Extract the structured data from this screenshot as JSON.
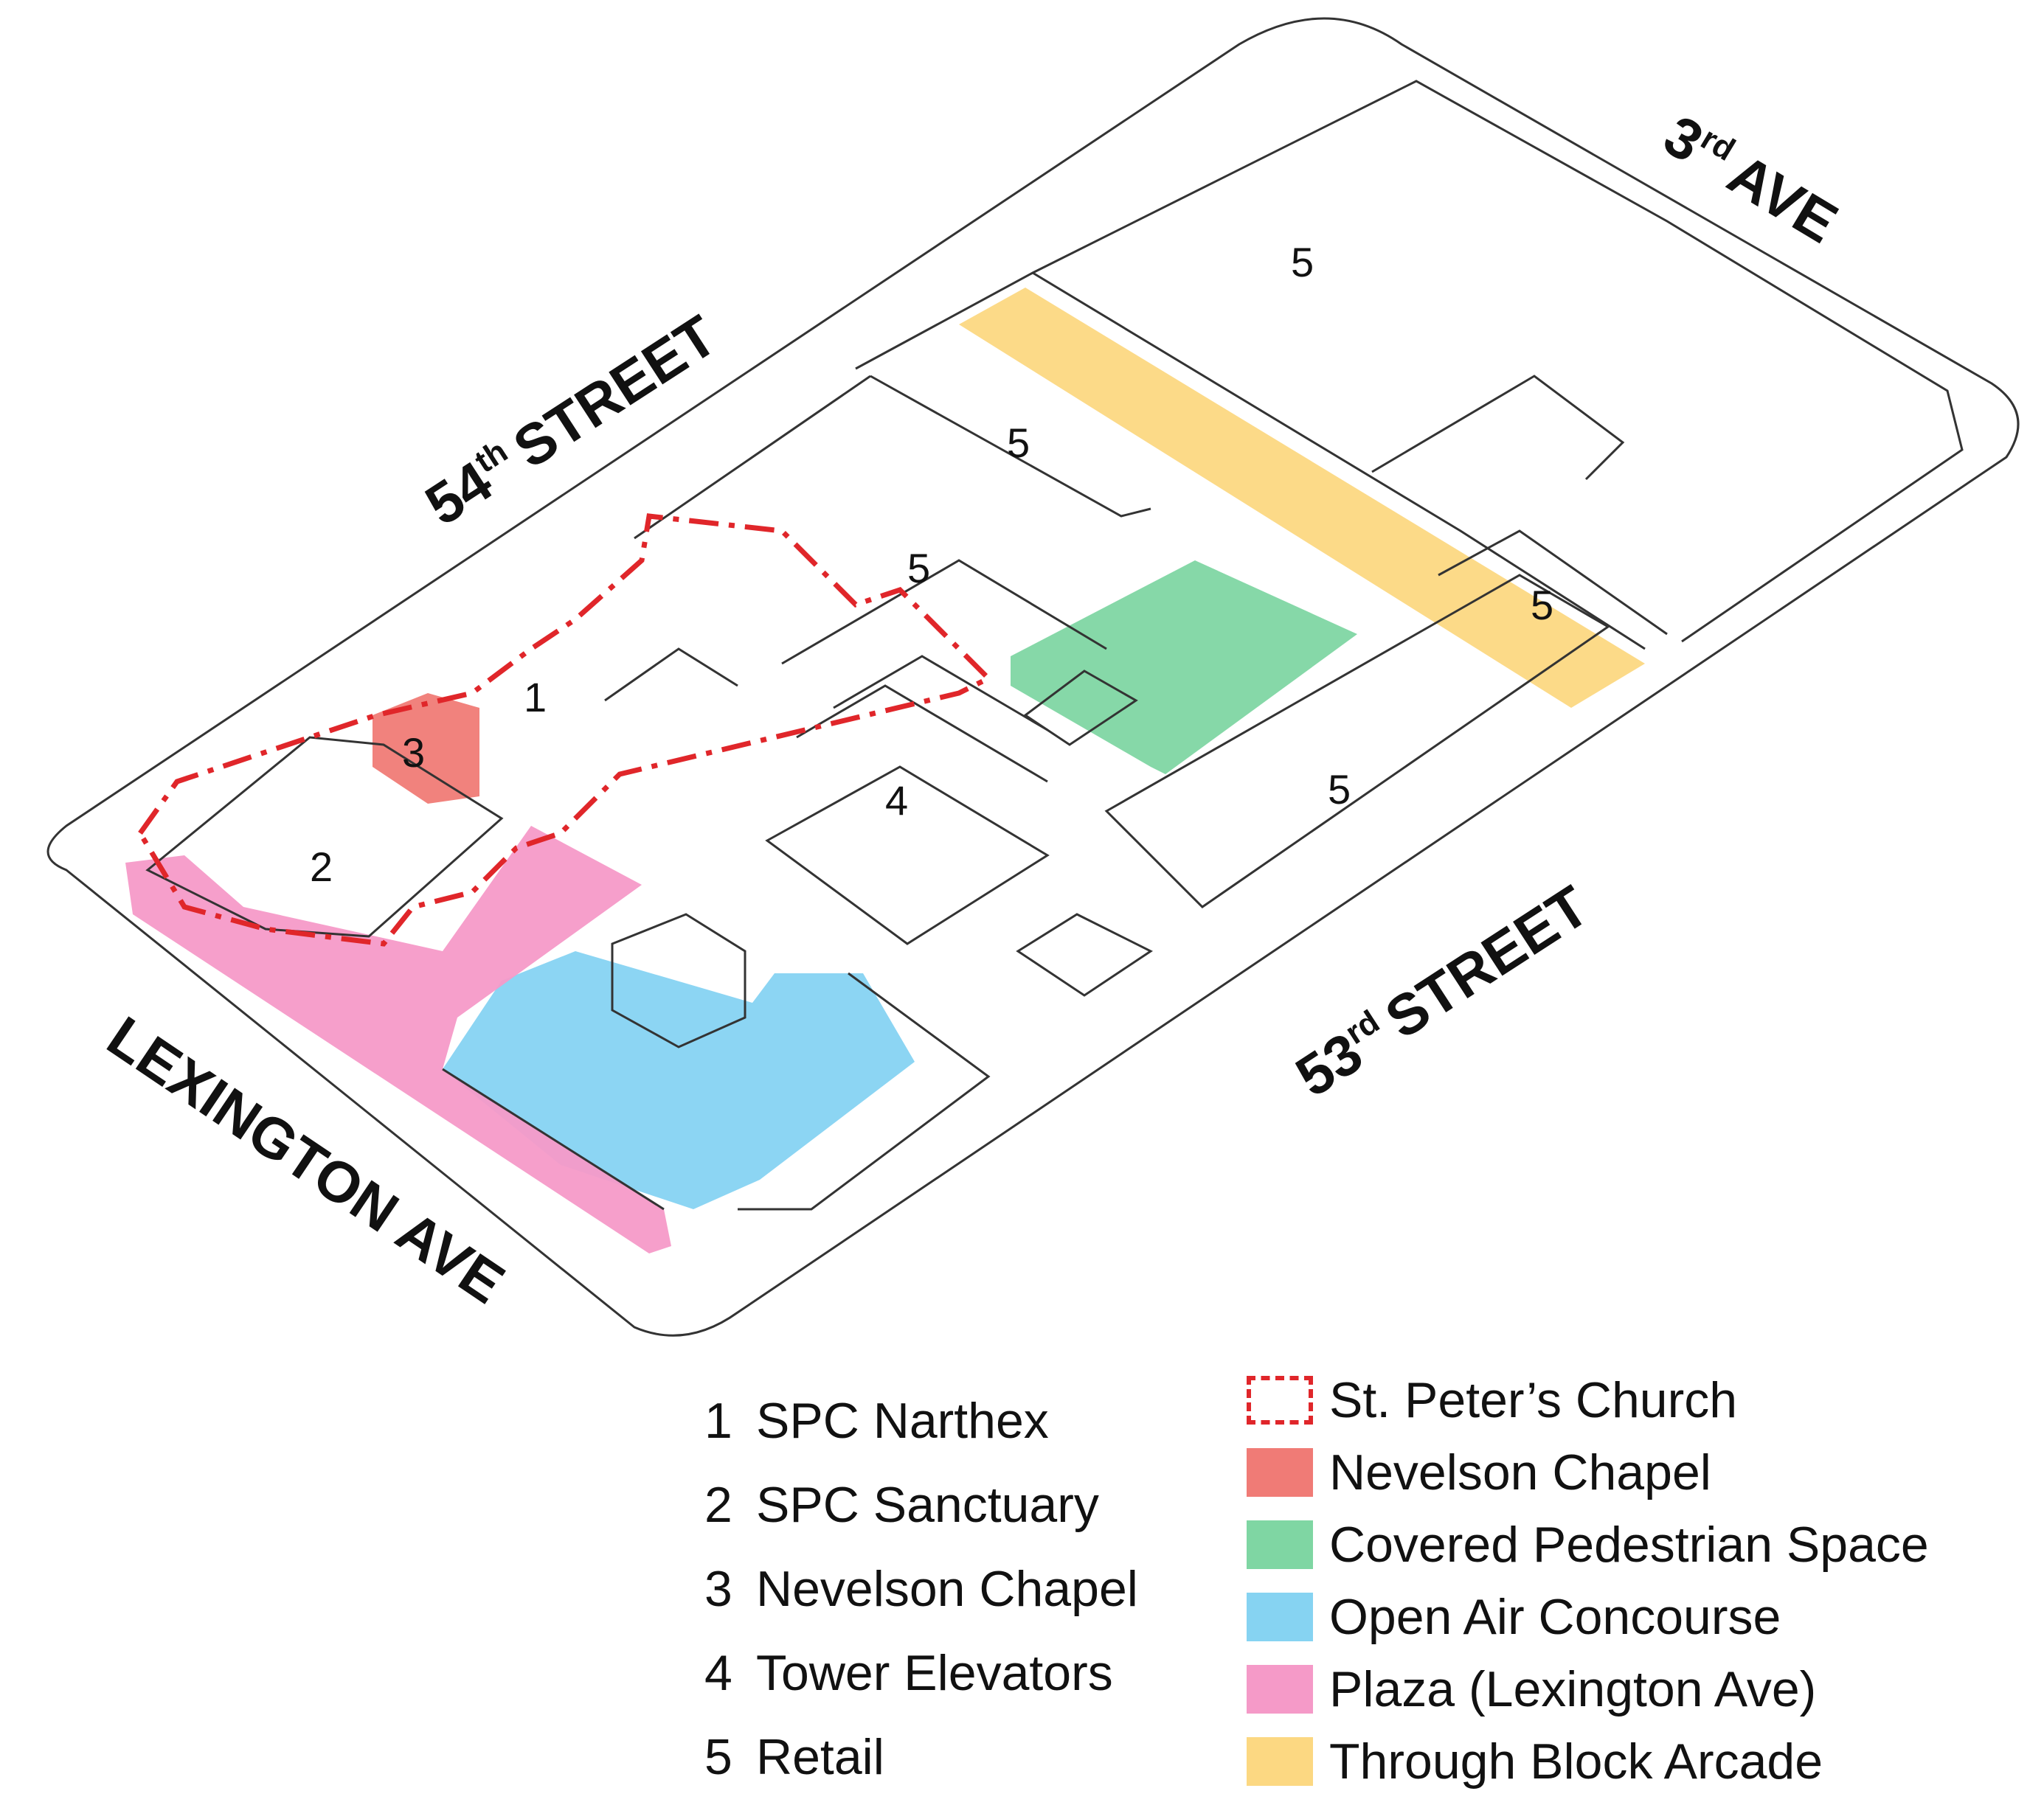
{
  "streets": {
    "north": "54th STREET",
    "north_base": "54",
    "north_sup": "th",
    "north_word": "STREET",
    "east_base": "3",
    "east_sup": "rd",
    "east_word": "AVE",
    "south_base": "53",
    "south_sup": "rd",
    "south_word": "STREET",
    "west": "LEXINGTON AVE"
  },
  "zone_labels": [
    "1",
    "2",
    "3",
    "4",
    "5"
  ],
  "numbered_legend": [
    {
      "num": "1",
      "label": "SPC Narthex"
    },
    {
      "num": "2",
      "label": "SPC Sanctuary"
    },
    {
      "num": "3",
      "label": "Nevelson Chapel"
    },
    {
      "num": "4",
      "label": "Tower Elevators"
    },
    {
      "num": "5",
      "label": "Retail"
    }
  ],
  "color_legend": [
    {
      "label": "St. Peter’s Church",
      "style": "dashed",
      "color": "#e0262a"
    },
    {
      "label": "Nevelson Chapel",
      "color": "#f07b76"
    },
    {
      "label": "Covered Pedestrian Space",
      "color": "#7fd6a3"
    },
    {
      "label": "Open Air Concourse",
      "color": "#86d3f2"
    },
    {
      "label": "Plaza (Lexington Ave)",
      "color": "#f59ac8"
    },
    {
      "label": "Through Block Arcade",
      "color": "#fcd882"
    }
  ]
}
